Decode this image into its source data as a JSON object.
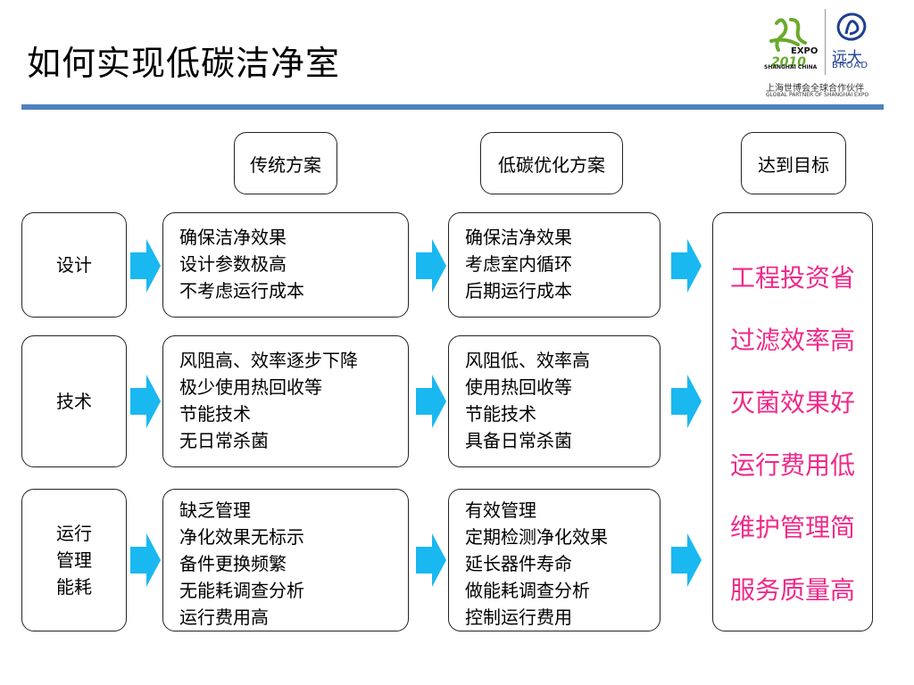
{
  "title": "如何实现低碳洁净室",
  "logo": {
    "expo_label": "SHANGHAI CHINA",
    "broad_cn": "远大",
    "broad_en": "BROAD",
    "partner_cn": "上海世博会全球合作伙伴",
    "partner_en": "GLOBAL PARTNER OF SHANGHAI EXPO",
    "brand_color": "#1f3f8f",
    "expo_color": "#6aaa2c"
  },
  "headers": {
    "traditional": "传统方案",
    "lowcarbon": "低碳优化方案",
    "target": "达到目标"
  },
  "rows": [
    {
      "label": [
        "设计"
      ],
      "traditional": [
        "确保洁净效果",
        "设计参数极高",
        "不考虑运行成本"
      ],
      "lowcarbon": [
        "确保洁净效果",
        "考虑室内循环",
        "后期运行成本"
      ]
    },
    {
      "label": [
        "技术"
      ],
      "traditional": [
        "风阻高、效率逐步下降",
        "极少使用热回收等",
        "节能技术",
        "无日常杀菌"
      ],
      "lowcarbon": [
        "风阻低、效率高",
        "使用热回收等",
        "节能技术",
        "具备日常杀菌"
      ]
    },
    {
      "label": [
        "运行",
        "管理",
        "能耗"
      ],
      "traditional": [
        "缺乏管理",
        "净化效果无标示",
        "备件更换频繁",
        "无能耗调查分析",
        "运行费用高"
      ],
      "lowcarbon": [
        "有效管理",
        "定期检测净化效果",
        "延长器件寿命",
        "做能耗调查分析",
        "控制运行费用"
      ]
    }
  ],
  "goals": [
    "工程投资省",
    "过滤效率高",
    "灭菌效果好",
    "运行费用低",
    "维护管理简",
    "服务质量高"
  ],
  "colors": {
    "accent_rule": "#4f81bd",
    "arrow": "#1ab8f0",
    "goal_text": "#ee2a8a"
  }
}
